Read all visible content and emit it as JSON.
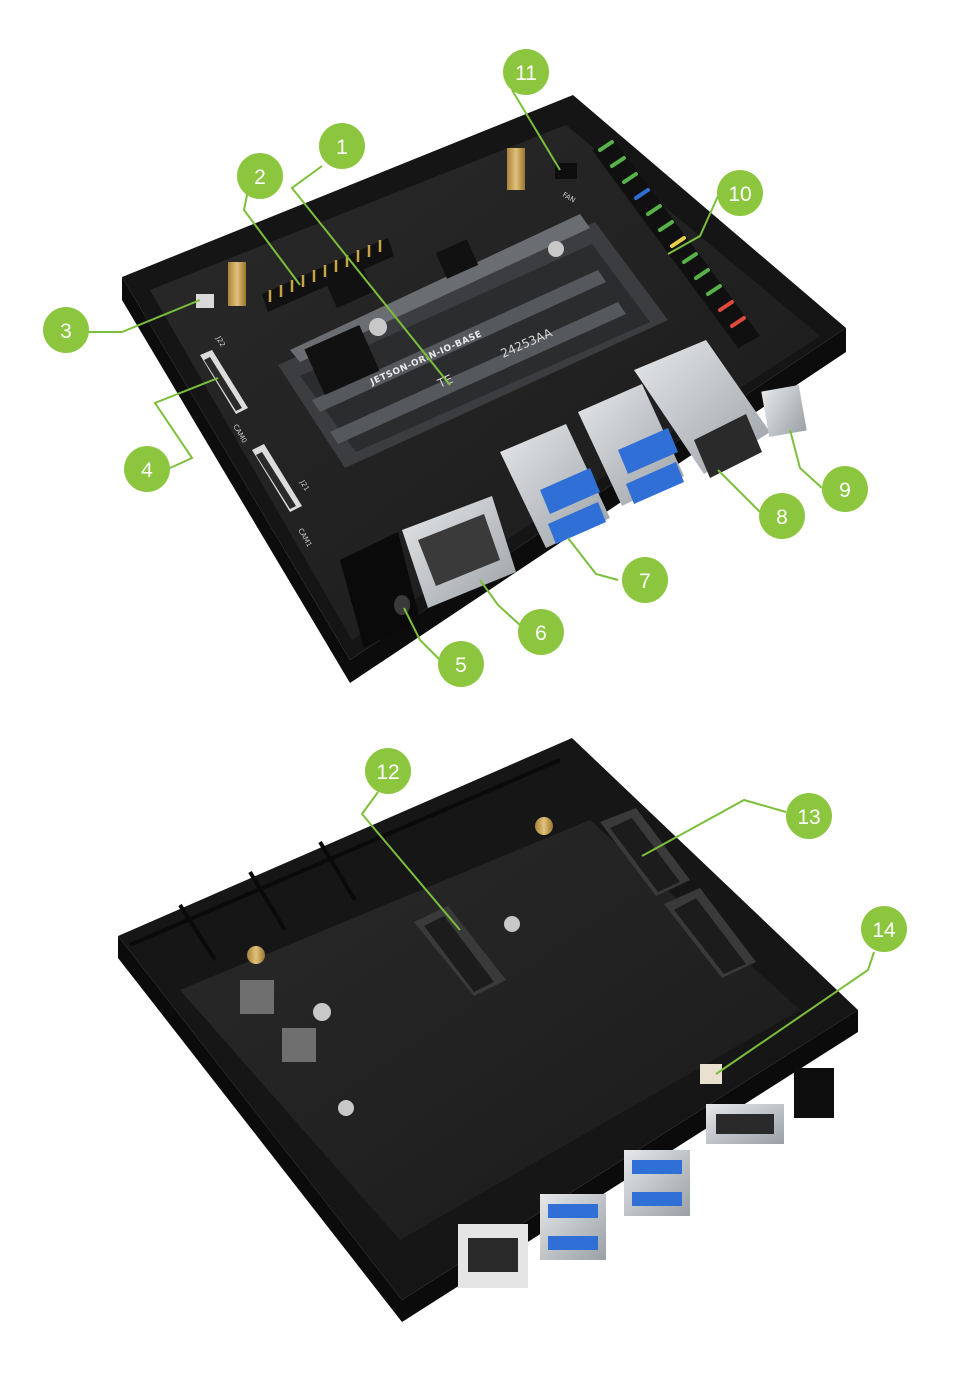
{
  "colors": {
    "callout_fill": "#8cc63f",
    "callout_line": "#7bbf3a",
    "enclosure": "#1b1b1b",
    "pcb": "#232323",
    "usb_blue": "#2f6fd6",
    "metal": "#c9cdd1"
  },
  "board_markings": {
    "board_name": "JETSON-ORIN-IO-BASE",
    "module_connector_brand": "TE",
    "module_connector_part": "24253AA",
    "label_cam0": "CAM0",
    "label_cam1": "CAM1",
    "label_j22": "J22",
    "label_j21": "J21",
    "label_fan": "FAN"
  },
  "callouts": [
    {
      "number": "1"
    },
    {
      "number": "2"
    },
    {
      "number": "3"
    },
    {
      "number": "4"
    },
    {
      "number": "5"
    },
    {
      "number": "6"
    },
    {
      "number": "7"
    },
    {
      "number": "8"
    },
    {
      "number": "9"
    },
    {
      "number": "10"
    },
    {
      "number": "11"
    },
    {
      "number": "12"
    },
    {
      "number": "13"
    },
    {
      "number": "14"
    }
  ]
}
